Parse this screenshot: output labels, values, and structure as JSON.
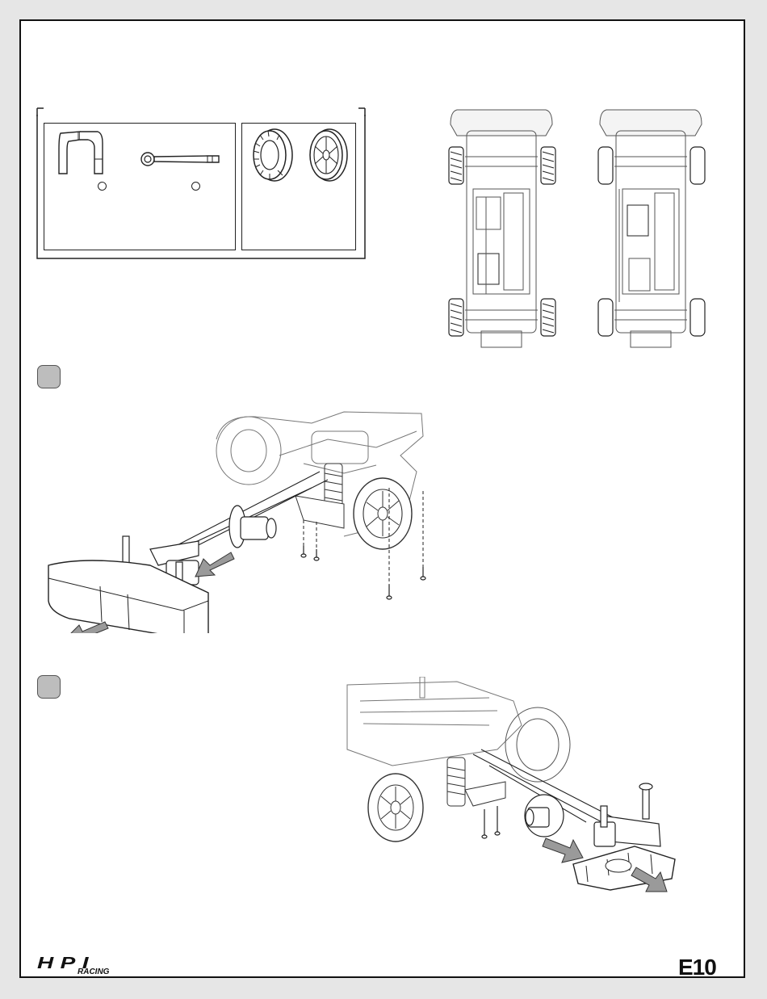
{
  "footer": {
    "brand_logo_text": "HPI",
    "brand_logo_subtext": "RACING",
    "model_code": "E10"
  },
  "steps": [
    {
      "number": "",
      "badge_color": "#bdbdbd"
    },
    {
      "number": "",
      "badge_color": "#bdbdbd"
    }
  ],
  "colors": {
    "line": "#222222",
    "arrow_fill": "#9a9a9a",
    "page_border": "#111111",
    "background": "#e6e6e6"
  },
  "icons": [
    "allen-wrench-icon",
    "box-wrench-icon",
    "tire-icon",
    "wheel-icon"
  ]
}
